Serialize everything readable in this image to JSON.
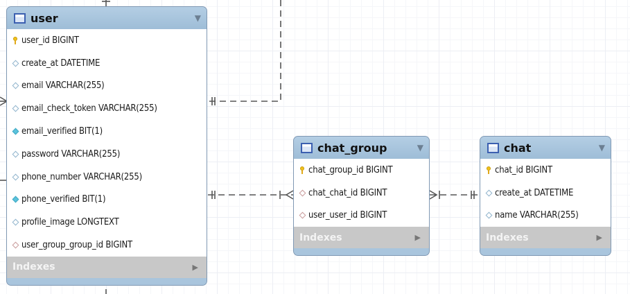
{
  "colors": {
    "header": "#a9c5dd",
    "border": "#7f98b3",
    "indexes_bar": "#c8c8c8",
    "connector": "#555555"
  },
  "tables": {
    "user": {
      "name": "user",
      "menu_icon": "triangle-down",
      "indexes_label": "Indexes",
      "columns": [
        {
          "text": "user_id BIGINT",
          "icon": "primary-key-icon"
        },
        {
          "text": "create_at DATETIME",
          "icon": "nullable-column-icon"
        },
        {
          "text": "email VARCHAR(255)",
          "icon": "nullable-column-icon"
        },
        {
          "text": "email_check_token VARCHAR(255)",
          "icon": "nullable-column-icon"
        },
        {
          "text": "email_verified BIT(1)",
          "icon": "not-null-column-icon"
        },
        {
          "text": "password VARCHAR(255)",
          "icon": "nullable-column-icon"
        },
        {
          "text": "phone_number VARCHAR(255)",
          "icon": "nullable-column-icon"
        },
        {
          "text": "phone_verified BIT(1)",
          "icon": "not-null-column-icon"
        },
        {
          "text": "profile_image LONGTEXT",
          "icon": "nullable-column-icon"
        },
        {
          "text": "user_group_group_id BIGINT",
          "icon": "foreign-key-icon"
        }
      ]
    },
    "chat_group": {
      "name": "chat_group",
      "menu_icon": "triangle-down",
      "indexes_label": "Indexes",
      "columns": [
        {
          "text": "chat_group_id BIGINT",
          "icon": "primary-key-icon"
        },
        {
          "text": "chat_chat_id BIGINT",
          "icon": "foreign-key-icon"
        },
        {
          "text": "user_user_id BIGINT",
          "icon": "foreign-key-icon"
        }
      ]
    },
    "chat": {
      "name": "chat",
      "menu_icon": "triangle-down",
      "indexes_label": "Indexes",
      "columns": [
        {
          "text": "chat_id BIGINT",
          "icon": "primary-key-icon"
        },
        {
          "text": "create_at DATETIME",
          "icon": "nullable-column-icon"
        },
        {
          "text": "name VARCHAR(255)",
          "icon": "nullable-column-icon"
        }
      ]
    }
  }
}
